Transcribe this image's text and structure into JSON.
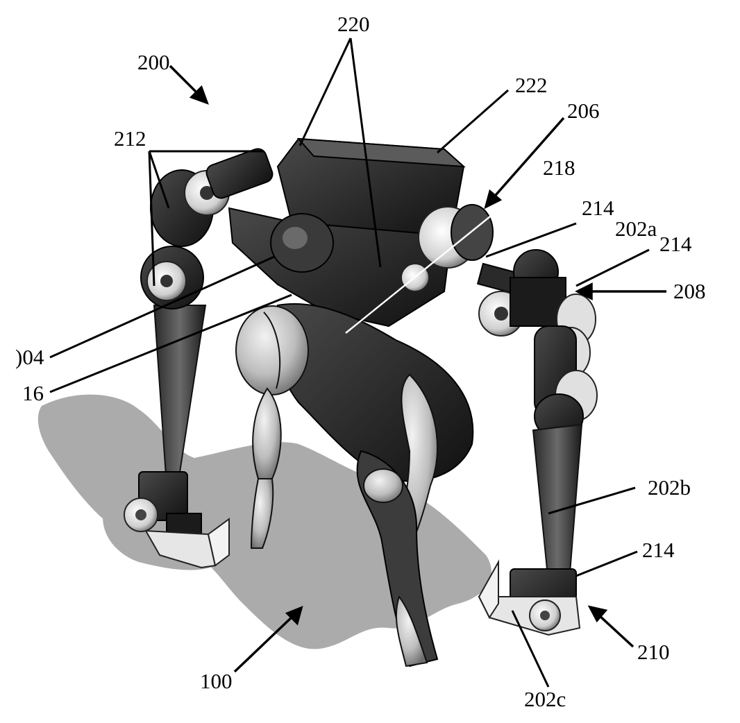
{
  "figure": {
    "labels": {
      "l200": "200",
      "l220": "220",
      "l222": "222",
      "l206": "206",
      "l212": "212",
      "l218": "218",
      "l214a": "214",
      "l202a": "202a",
      "l214b": "214",
      "l208": "208",
      "l204": ")04",
      "l216": "16",
      "l202b": "202b",
      "l214c": "214",
      "l210": "210",
      "l100": "100",
      "l202c": "202c"
    },
    "colors": {
      "ink": "#000000",
      "shadow": "#a9a9a9",
      "dark_part": "#262626",
      "mid_part": "#5a5a5a",
      "light_part": "#d8d8d8",
      "skin": "#c9c9c9"
    }
  }
}
